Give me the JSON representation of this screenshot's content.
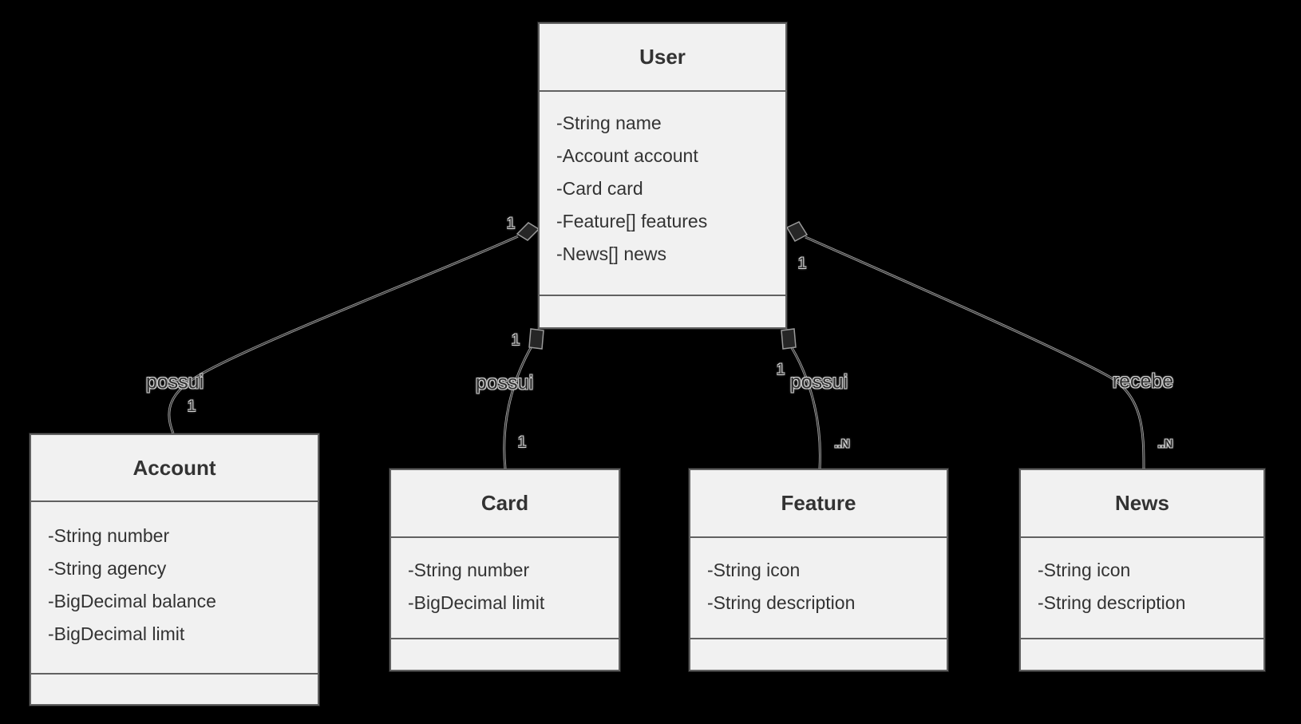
{
  "diagram": {
    "type": "uml-class-diagram",
    "colors": {
      "background": "#000000",
      "class_fill": "#f1f1f1",
      "class_border": "#616161",
      "text": "#333333",
      "edge": "#8c8c8c"
    },
    "classes": [
      {
        "name": "User",
        "attributes": [
          "-String name",
          "-Account account",
          "-Card card",
          "-Feature[] features",
          "-News[] news"
        ]
      },
      {
        "name": "Account",
        "attributes": [
          "-String number",
          "-String agency",
          "-BigDecimal balance",
          "-BigDecimal limit"
        ]
      },
      {
        "name": "Card",
        "attributes": [
          "-String number",
          "-BigDecimal limit"
        ]
      },
      {
        "name": "Feature",
        "attributes": [
          "-String icon",
          "-String description"
        ]
      },
      {
        "name": "News",
        "attributes": [
          "-String icon",
          "-String description"
        ]
      }
    ],
    "relationships": [
      {
        "from": "User",
        "to": "Account",
        "label": "possui",
        "type": "composition",
        "source_multiplicity": "1",
        "target_multiplicity": "1"
      },
      {
        "from": "User",
        "to": "Card",
        "label": "possui",
        "type": "composition",
        "source_multiplicity": "1",
        "target_multiplicity": "1"
      },
      {
        "from": "User",
        "to": "Feature",
        "label": "possui",
        "type": "composition",
        "source_multiplicity": "1",
        "target_multiplicity": "..N"
      },
      {
        "from": "User",
        "to": "News",
        "label": "recebe",
        "type": "composition",
        "source_multiplicity": "1",
        "target_multiplicity": "..N"
      }
    ]
  }
}
